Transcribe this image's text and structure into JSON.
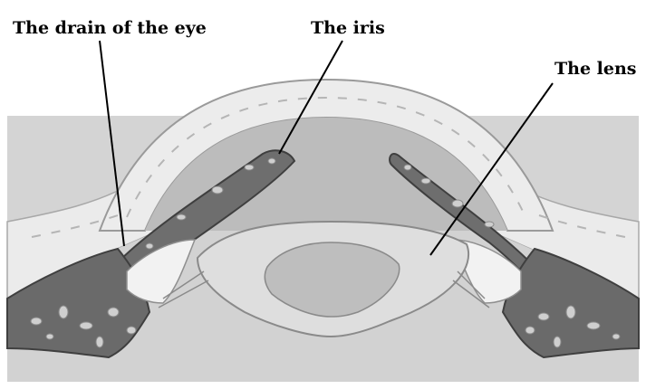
{
  "labels": {
    "drain": "The drain of the eye",
    "iris": "The iris",
    "lens": "The lens"
  },
  "colors": {
    "background": "#ffffff",
    "sclera_band": "#dadada",
    "cornea_fill": "#ebebeb",
    "cornea_inner": "#b7b7b7",
    "iris_tissue": "#7a7a7a",
    "iris_spots": "#d2d2d2",
    "lens_outer": "#dcdcdc",
    "lens_inner": "#bdbdbd",
    "vitreous": "#cfcfcf",
    "label_text": "#000000"
  }
}
